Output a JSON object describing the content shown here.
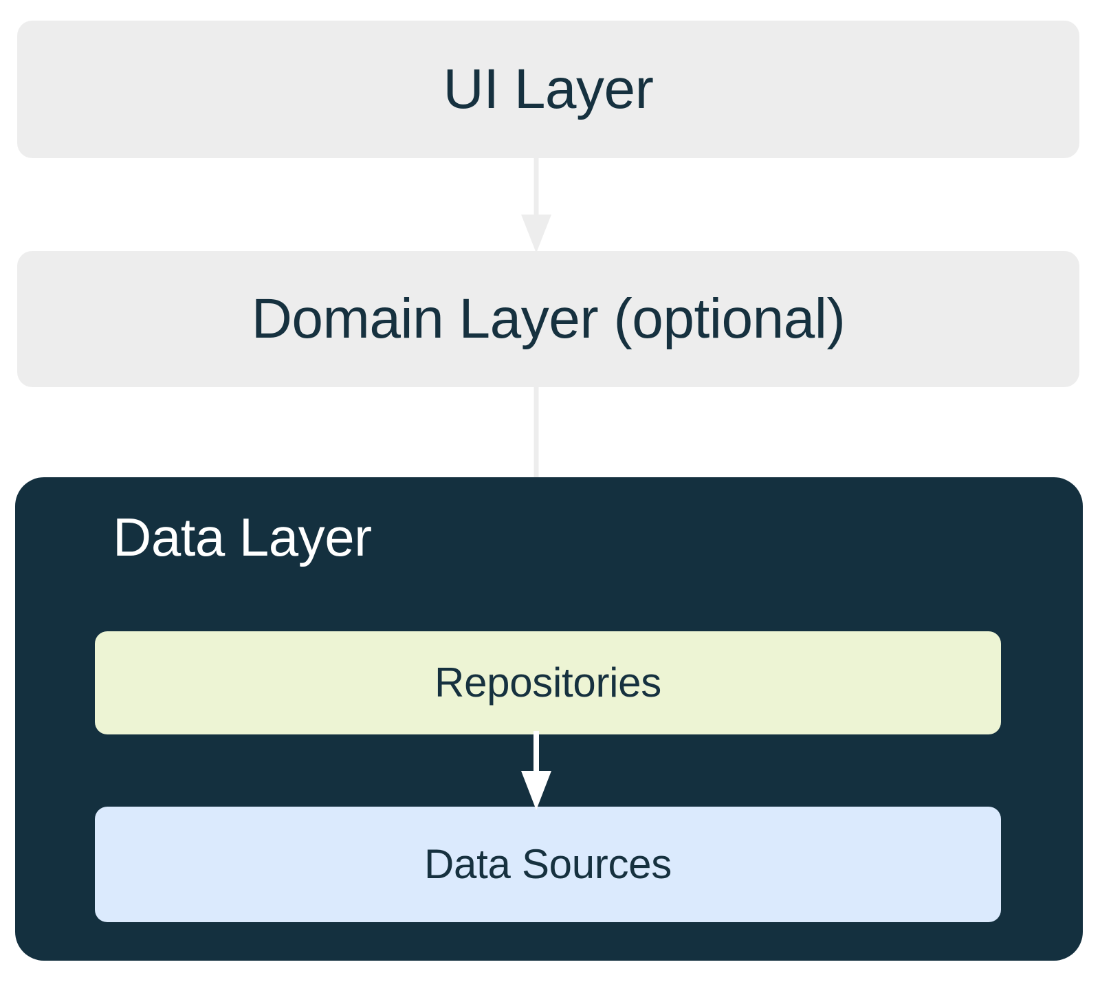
{
  "diagram": {
    "title": "Android app architecture layers",
    "type": "layered-architecture-diagram",
    "background_color": "#ffffff"
  },
  "layers": {
    "ui": {
      "label": "UI Layer",
      "background_color": "#ededed",
      "text_color": "#16313f"
    },
    "domain": {
      "label": "Domain Layer (optional)",
      "background_color": "#ededed",
      "text_color": "#16313f"
    },
    "data": {
      "label": "Data Layer",
      "background_color": "#14303f",
      "text_color": "#ffffff",
      "children": [
        {
          "label": "Repositories",
          "background_color": "#edf4d4",
          "text_color": "#16313f"
        },
        {
          "label": "Data Sources",
          "background_color": "#dbeafd",
          "text_color": "#16313f"
        }
      ]
    }
  },
  "arrows": [
    {
      "name": "ui-to-domain",
      "from": "UI Layer",
      "to": "Domain Layer (optional)",
      "color": "#ededed",
      "direction": "down"
    },
    {
      "name": "domain-to-repositories",
      "from": "Domain Layer (optional)",
      "to": "Repositories",
      "color": "#ededed",
      "direction": "down"
    },
    {
      "name": "repositories-to-data-sources",
      "from": "Repositories",
      "to": "Data Sources",
      "color": "#ffffff",
      "direction": "down"
    }
  ]
}
